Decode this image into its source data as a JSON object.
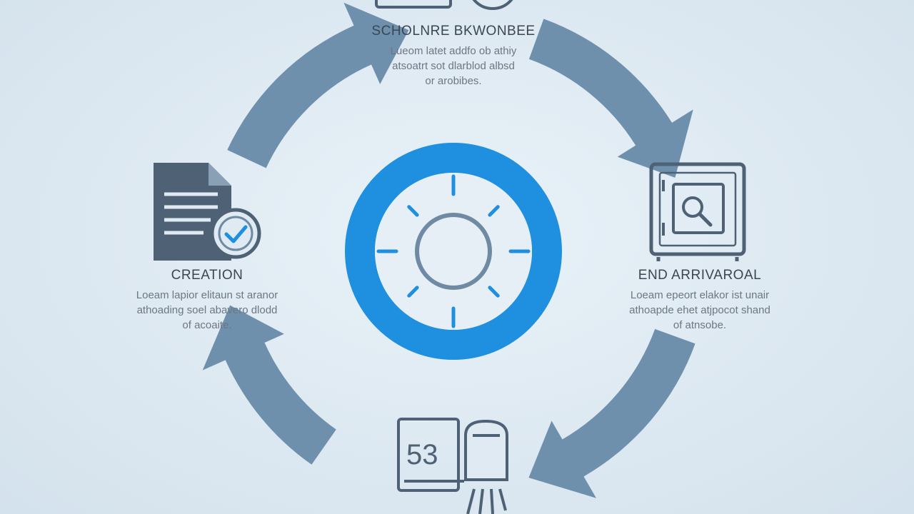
{
  "colors": {
    "background": "#dde9f2",
    "arrow": "#6f90ad",
    "icon": "#4f6275",
    "hub_ring": "#1f8fe0",
    "hub_fill": "#e6eff6",
    "hub_marks": "#1f8fe0",
    "hub_inner": "#6f8aa3"
  },
  "hub": {
    "icon": "clock-dial-icon"
  },
  "stages": {
    "top": {
      "title": "SCHOLNRE BKWONBEE",
      "description": "Lueom latet addfo ob athiy\natsoatrt sot dlarblod albsd\nor arobibes.",
      "icon": "calendar-clock-icon"
    },
    "left": {
      "title": "CREATION",
      "description": "Loeam lapior elitaun st aranor\nathoading soel abavero dlodd\nof acoaite.",
      "icon": "document-check-icon"
    },
    "right": {
      "title": "END ARRIVAROAL",
      "description": "Loeam epeort elakor ist unair\nathoapde ehet atjpocot shand\nof atnsobe.",
      "icon": "safe-search-icon"
    },
    "bottom": {
      "icon": "calendar-lamp-icon",
      "calendar_number": "53"
    }
  }
}
